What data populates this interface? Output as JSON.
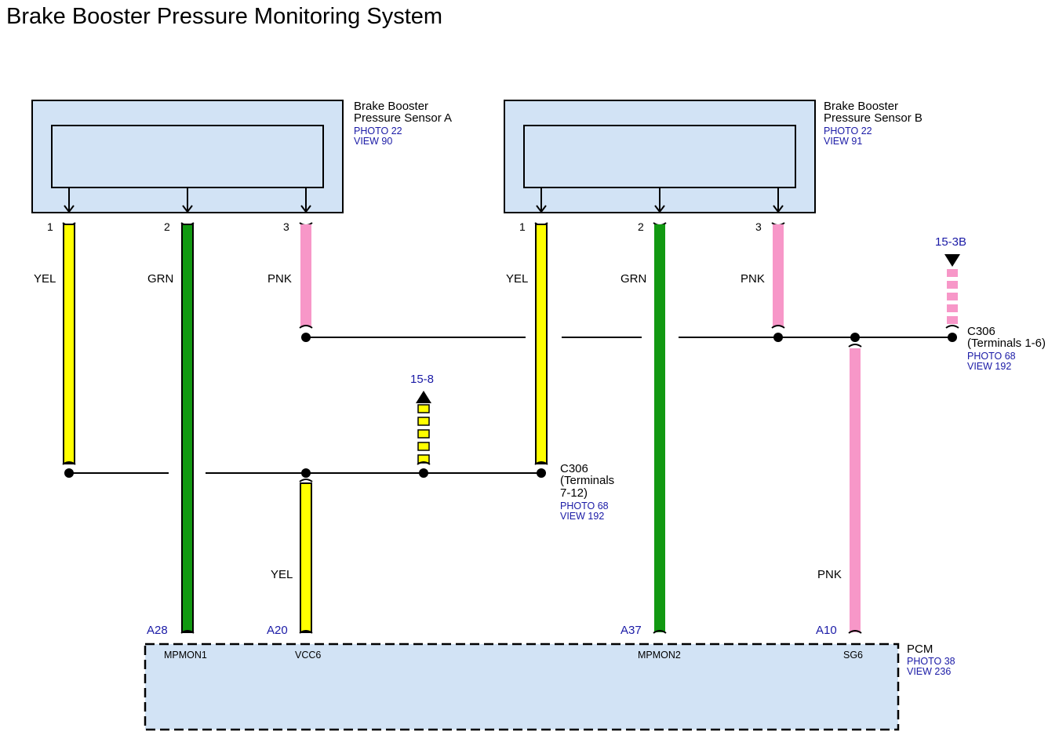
{
  "title": "Brake Booster Pressure Monitoring System",
  "sensor_a": {
    "name_line1": "Brake Booster",
    "name_line2": "Pressure Sensor A",
    "photo": "PHOTO 22",
    "view": "VIEW 90",
    "pins": [
      "1",
      "2",
      "3"
    ]
  },
  "sensor_b": {
    "name_line1": "Brake Booster",
    "name_line2": "Pressure Sensor B",
    "photo": "PHOTO 22",
    "view": "VIEW 91",
    "pins": [
      "1",
      "2",
      "3"
    ]
  },
  "wire_colors": {
    "a1": "YEL",
    "a2": "GRN",
    "a3": "PNK",
    "b1": "YEL",
    "b2": "GRN",
    "b3": "PNK",
    "vcc": "YEL",
    "sg": "PNK"
  },
  "colors": {
    "yellow": "#ffff00",
    "green": "#119911",
    "pink": "#f797c8",
    "component_fill": "#d2e3f5",
    "reference_blue": "#1a1aa6"
  },
  "ref_15_3b": "15-3B",
  "ref_15_8": "15-8",
  "c306_upper": {
    "name": "C306",
    "terminals": "(Terminals 1-6)",
    "photo": "PHOTO 68",
    "view": "VIEW 192"
  },
  "c306_lower": {
    "name": "C306",
    "terminals_line1": "(Terminals",
    "terminals_line2": "7-12)",
    "photo": "PHOTO 68",
    "view": "VIEW 192"
  },
  "pcm": {
    "name": "PCM",
    "photo": "PHOTO 38",
    "view": "VIEW 236",
    "terminals": [
      {
        "pin": "A28",
        "signal": "MPMON1"
      },
      {
        "pin": "A20",
        "signal": "VCC6"
      },
      {
        "pin": "A37",
        "signal": "MPMON2"
      },
      {
        "pin": "A10",
        "signal": "SG6"
      }
    ]
  }
}
